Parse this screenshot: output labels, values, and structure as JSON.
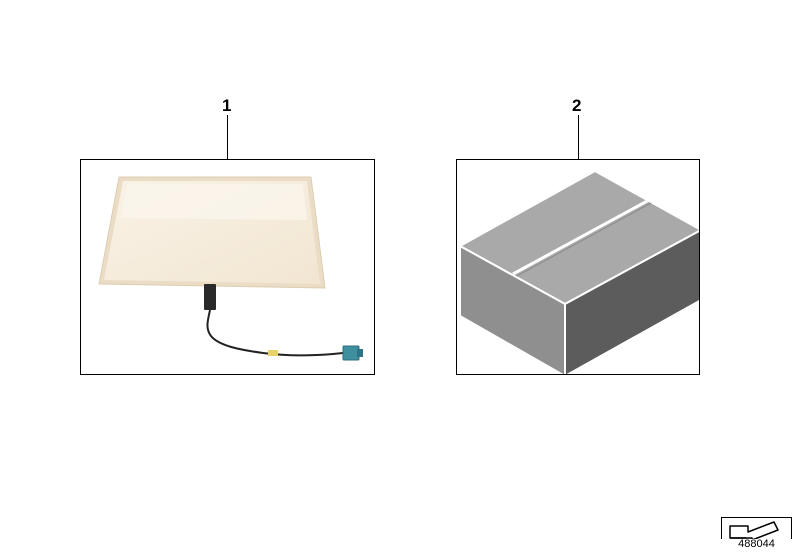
{
  "diagram": {
    "parts": [
      {
        "callout": "1",
        "icon": "heating-pad-with-cable"
      },
      {
        "callout": "2",
        "icon": "parts-box"
      }
    ],
    "catalog_number": "488044",
    "catalog_icon": "corner-arrow-icon",
    "colors": {
      "pad_fill": "#f7ede0",
      "pad_edge": "#e6d7bf",
      "cable": "#222222",
      "connector": "#3e8fa0",
      "box_top": "#a9a9a9",
      "box_left": "#8f8f8f",
      "box_right": "#5c5c5c"
    }
  }
}
